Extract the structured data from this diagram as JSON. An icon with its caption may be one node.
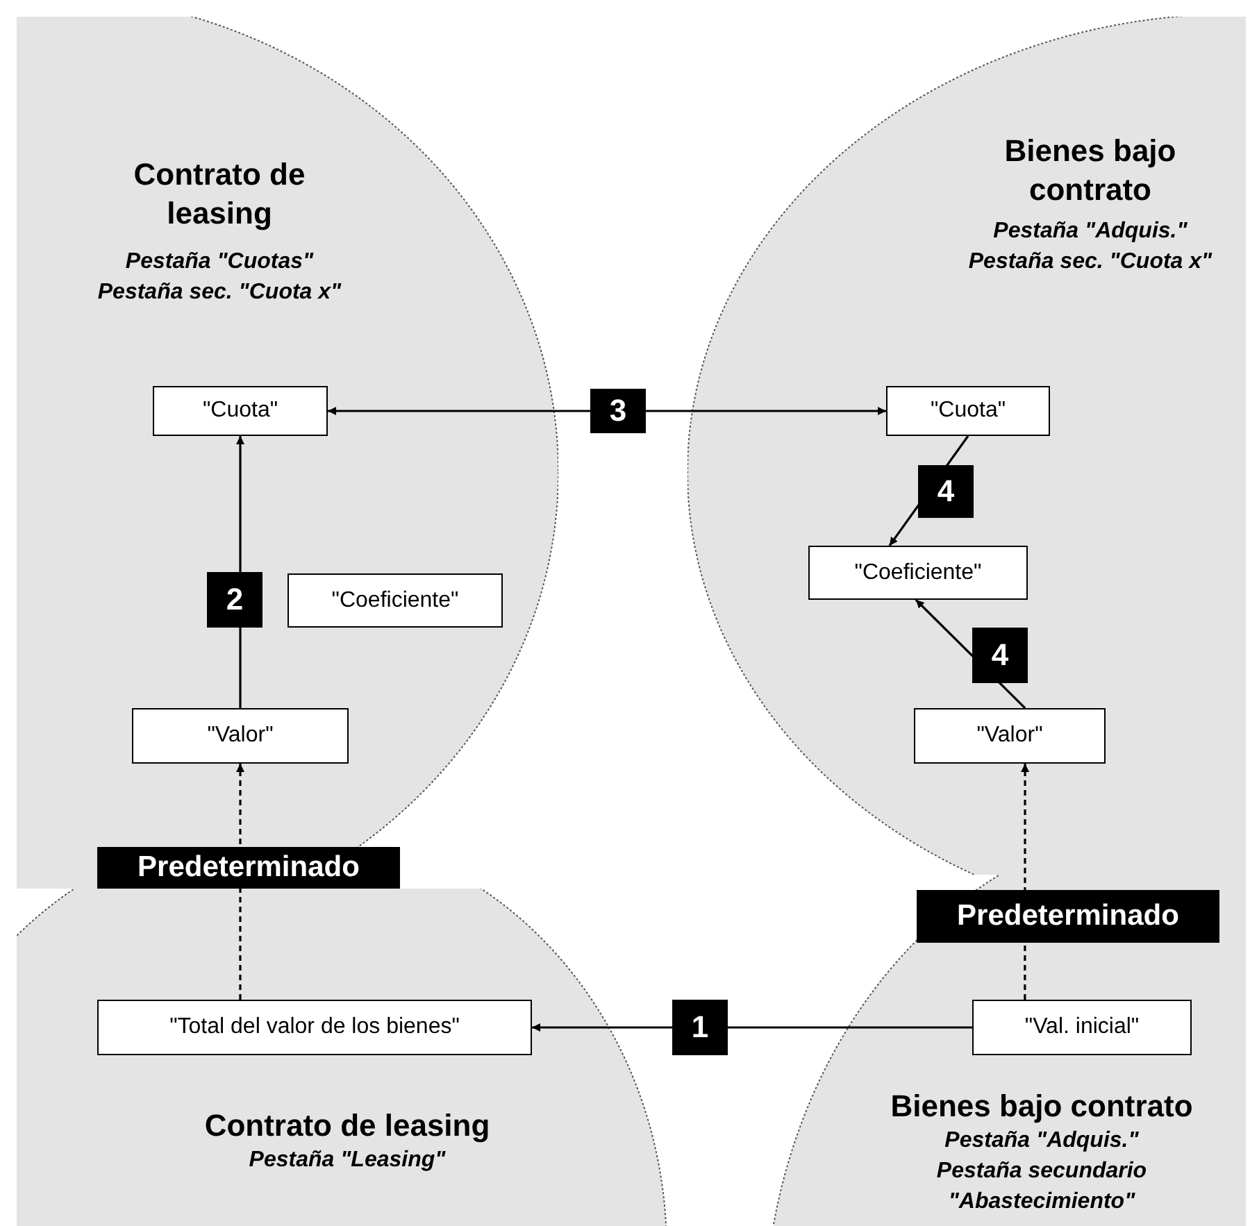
{
  "diagram": {
    "nodes": [
      {
        "text": [
          "Contrato de leasing",
          "Pestaña \"Cuotas\"",
          "Pestaña sec. \"Cuota x\""
        ]
      },
      {
        "text": [
          "\"Cuota\""
        ],
        "in": 0
      },
      {
        "text": [
          "\"Coeficiente\""
        ],
        "in": 0
      },
      {
        "text": [
          "\"Valor\""
        ],
        "in": 0
      },
      {
        "text": [
          "Bienes bajo contrato",
          "Pestaña \"Adquis.\"",
          "Pestaña sec. \"Cuota x\""
        ]
      },
      {
        "text": [
          "\"Cuota\""
        ],
        "in": 4
      },
      {
        "text": [
          "\"Coeficiente\""
        ],
        "in": 4
      },
      {
        "text": [
          "\"Valor\""
        ],
        "in": 4
      },
      {
        "text": [
          "Contrato de leasing",
          "Pestaña \"Leasing\""
        ]
      },
      {
        "text": [
          "\"Total del valor de los bienes\""
        ],
        "in": 8
      },
      {
        "text": [
          "Bienes bajo contrato",
          "Pestaña \"Adquis.\"",
          "Pestaña secundario \"Abastecimiento\""
        ]
      },
      {
        "text": [
          "\"Val. inicial\""
        ],
        "in": 10
      }
    ],
    "edges": [
      {
        "from": 11,
        "to": 9,
        "arrow": "to",
        "label": "1"
      },
      {
        "from": 3,
        "to": 1,
        "arrow": "to",
        "label": "2"
      },
      {
        "from": 1,
        "to": 5,
        "arrow": "both",
        "label": "3"
      },
      {
        "from": 5,
        "to": 6,
        "arrow": "to",
        "label": "4"
      },
      {
        "from": 7,
        "to": 6,
        "arrow": "to",
        "label": "4"
      },
      {
        "from": 9,
        "to": 3,
        "arrow": "to",
        "label": "Predeterminado",
        "style": "dashed"
      },
      {
        "from": 11,
        "to": 7,
        "arrow": "to",
        "label": "Predeterminado",
        "style": "dashed"
      }
    ]
  }
}
